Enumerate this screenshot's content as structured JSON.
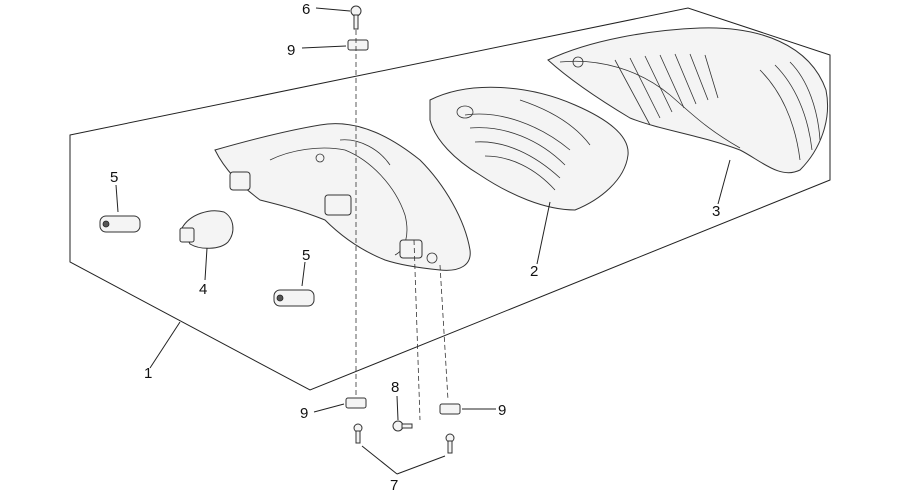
{
  "callouts": {
    "c1": "1",
    "c2": "2",
    "c3": "3",
    "c4": "4",
    "c5a": "5",
    "c5b": "5",
    "c6": "6",
    "c7": "7",
    "c8": "8",
    "c9a": "9",
    "c9b": "9",
    "c9c": "9"
  }
}
